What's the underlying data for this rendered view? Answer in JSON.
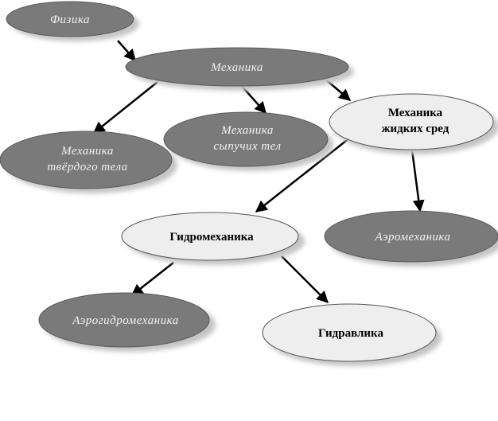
{
  "colors": {
    "dark_fill": "#7a7a7a",
    "light_fill": "#eeeeee",
    "shadow": "#c4c4c4",
    "edge": "#000000"
  },
  "nodes": {
    "fizika": {
      "lines": [
        "Физика"
      ],
      "style": "dark"
    },
    "mekhanika": {
      "lines": [
        "Механика"
      ],
      "style": "dark"
    },
    "mekh_tverdogo": {
      "lines": [
        "Механика",
        "твёрдого тела"
      ],
      "style": "dark"
    },
    "mekh_sypuchikh": {
      "lines": [
        "Механика",
        "сыпучих  тел"
      ],
      "style": "dark"
    },
    "mekh_zhidkikh": {
      "lines": [
        "Механика",
        "жидких   сред"
      ],
      "style": "light"
    },
    "gidromekhanika": {
      "lines": [
        "Гидромеханика"
      ],
      "style": "light"
    },
    "aeromekhanika": {
      "lines": [
        "Аэромеханика"
      ],
      "style": "dark"
    },
    "aerogidromekhanika": {
      "lines": [
        "Аэрогидромеханика"
      ],
      "style": "dark"
    },
    "gidravlika": {
      "lines": [
        "Гидравлика"
      ],
      "style": "light"
    }
  },
  "edges": [
    {
      "from": "fizika",
      "to": "mekhanika"
    },
    {
      "from": "mekhanika",
      "to": "mekh_tverdogo"
    },
    {
      "from": "mekhanika",
      "to": "mekh_sypuchikh"
    },
    {
      "from": "mekhanika",
      "to": "mekh_zhidkikh"
    },
    {
      "from": "mekh_zhidkikh",
      "to": "gidromekhanika"
    },
    {
      "from": "mekh_zhidkikh",
      "to": "aeromekhanika"
    },
    {
      "from": "gidromekhanika",
      "to": "aerogidromekhanika"
    },
    {
      "from": "gidromekhanika",
      "to": "gidravlika"
    }
  ]
}
